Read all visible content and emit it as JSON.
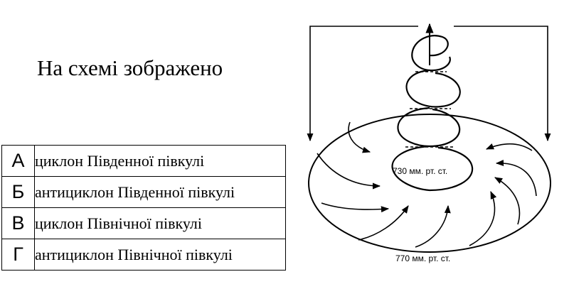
{
  "question": {
    "text": "На схемі зображено"
  },
  "options": [
    {
      "letter": "А",
      "text": "циклон Південної півкулі"
    },
    {
      "letter": "Б",
      "text": "антициклон Південної півкулі"
    },
    {
      "letter": "В",
      "text": "циклон Північної півкулі"
    },
    {
      "letter": "Г",
      "text": "антициклон Північної півкулі"
    }
  ],
  "diagram": {
    "center_pressure": "730 мм. рт. ст.",
    "outer_pressure": "770 мм. рт. ст."
  }
}
